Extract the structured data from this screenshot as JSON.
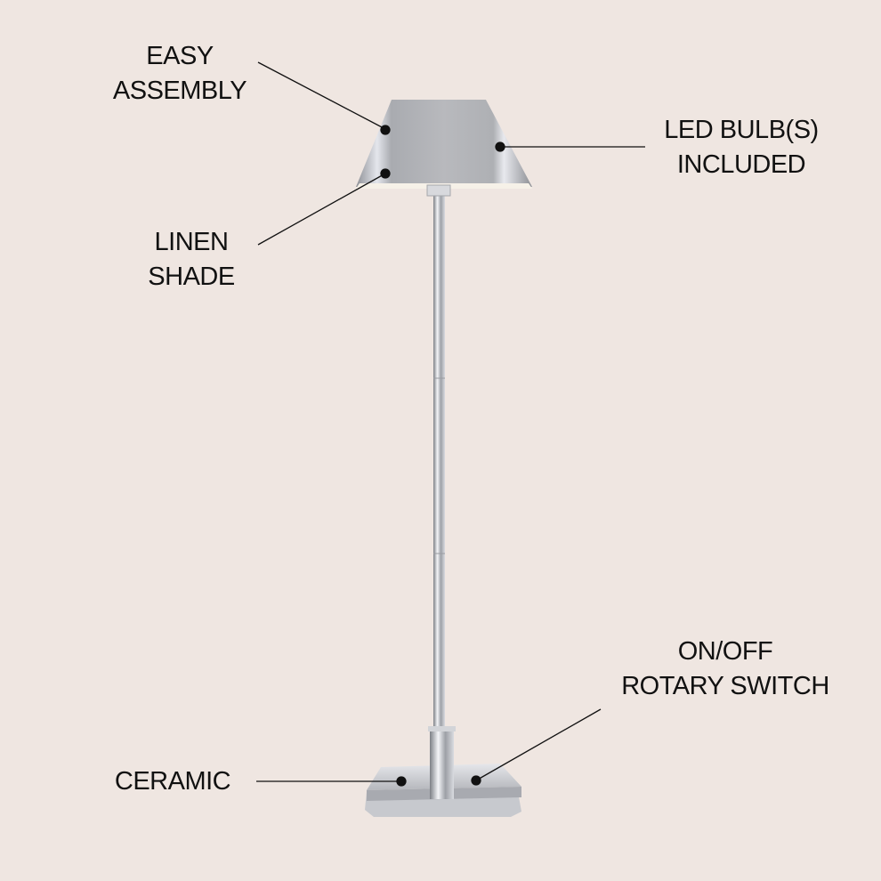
{
  "callouts": {
    "easy_assembly": [
      "EASY",
      "ASSEMBLY"
    ],
    "linen_shade": [
      "LINEN",
      "SHADE"
    ],
    "led_bulbs": [
      "LED BULB(S)",
      "INCLUDED"
    ],
    "rotary_switch": [
      "ON/OFF",
      "ROTARY SWITCH"
    ],
    "ceramic": [
      "CERAMIC"
    ]
  },
  "colors": {
    "background": "#efe6e1",
    "text": "#111111",
    "chrome": "#b9bcc2"
  }
}
